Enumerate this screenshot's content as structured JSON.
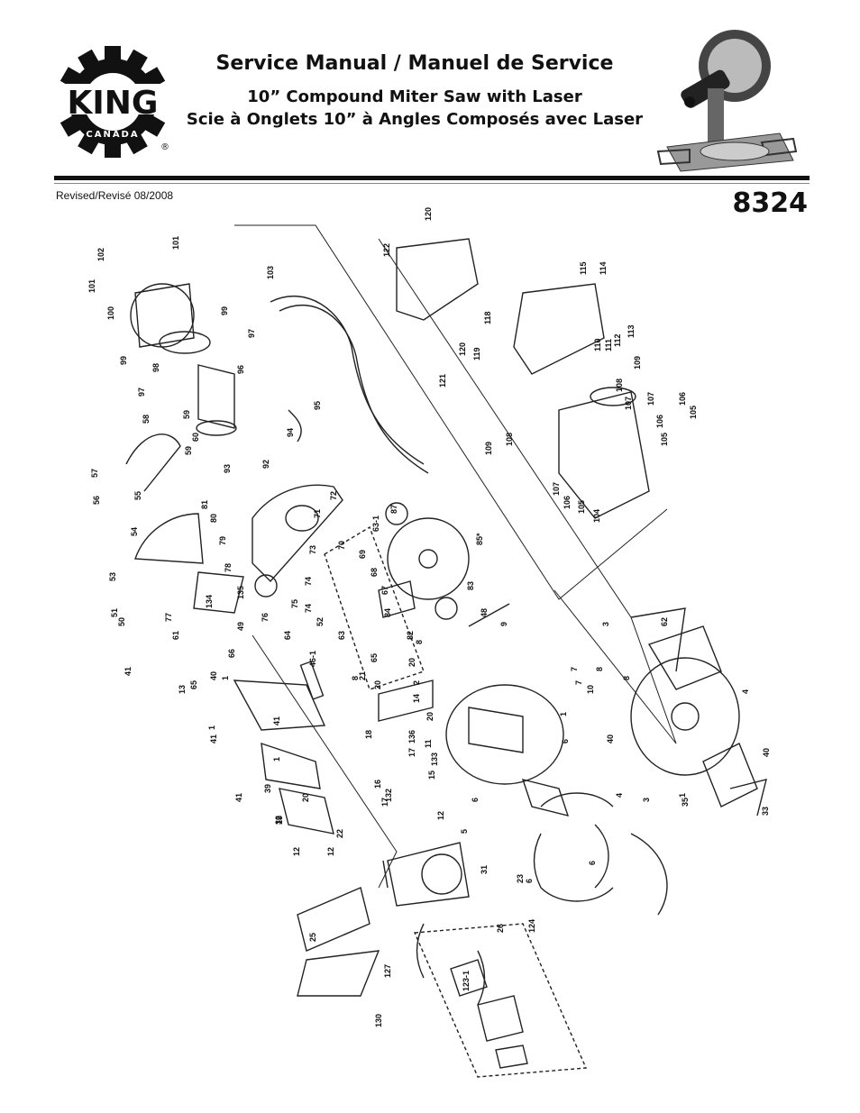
{
  "header": {
    "logo_text": "KING",
    "logo_subtext": "CANADA",
    "registered": "®",
    "title": "Service Manual / Manuel de Service",
    "subtitle_en": "10” Compound Miter Saw with Laser",
    "subtitle_fr": "Scie à Onglets 10” à Angles Composés avec Laser",
    "revised": "Revised/Revisé 08/2008",
    "model_number": "8324"
  },
  "diagram": {
    "part_labels": [
      "120",
      "122",
      "102",
      "101",
      "101",
      "103",
      "100",
      "99",
      "97",
      "99",
      "98",
      "115",
      "114",
      "110",
      "111",
      "112",
      "113",
      "118",
      "120",
      "119",
      "121",
      "96",
      "97",
      "95",
      "58",
      "59",
      "60",
      "59",
      "94",
      "93",
      "92",
      "57",
      "56",
      "55",
      "109",
      "108",
      "107",
      "108",
      "109",
      "107",
      "106",
      "105",
      "106",
      "105",
      "107",
      "106",
      "105",
      "104",
      "81",
      "80",
      "54",
      "72",
      "71",
      "87",
      "63-1",
      "70",
      "69",
      "68",
      "67",
      "79",
      "78",
      "73",
      "85*",
      "53",
      "74",
      "135",
      "134",
      "75",
      "74",
      "76",
      "52",
      "51",
      "50",
      "77",
      "49",
      "61",
      "64",
      "63",
      "84",
      "83",
      "48",
      "66",
      "65",
      "8",
      "82",
      "9",
      "3",
      "62",
      "46-1",
      "41",
      "40",
      "1",
      "65",
      "8",
      "21",
      "20",
      "20",
      "2",
      "4",
      "8",
      "7",
      "8",
      "7",
      "10",
      "1",
      "13",
      "14",
      "20",
      "11",
      "6",
      "40",
      "41",
      "1",
      "41",
      "1",
      "39",
      "41",
      "20",
      "19",
      "18",
      "136",
      "17",
      "133",
      "16",
      "132",
      "15",
      "17",
      "12",
      "6",
      "5",
      "4",
      "3",
      "1",
      "40",
      "35",
      "33",
      "32",
      "22",
      "12",
      "12",
      "31",
      "23",
      "6",
      "6",
      "25",
      "124",
      "26",
      "127",
      "123-1",
      "130"
    ]
  }
}
